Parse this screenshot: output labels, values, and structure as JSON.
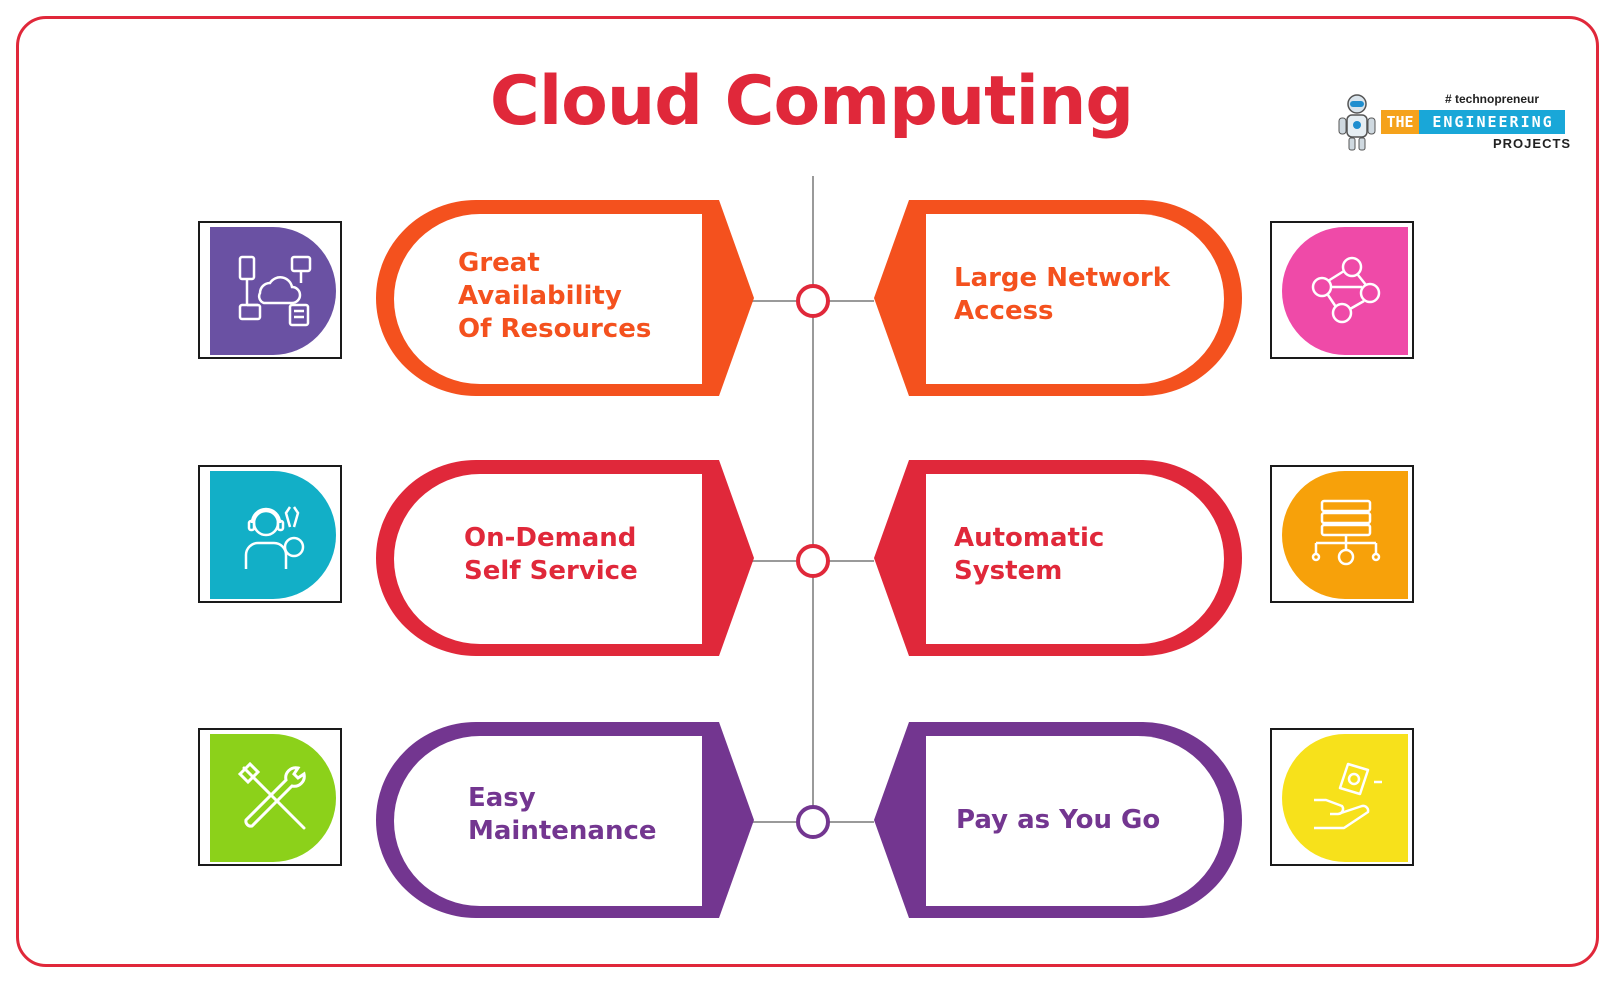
{
  "title": "Cloud Computing",
  "logo": {
    "tagline": "# technopreneur",
    "the": "THE",
    "engineering": "ENGINEERING",
    "projects": "PROJECTS"
  },
  "colors": {
    "frame": "#e0283a",
    "title": "#e0283a",
    "orange": "#f4511e",
    "red": "#e0283a",
    "purple": "#733690"
  },
  "features": [
    {
      "label": "Great\nAvailability\nOf Resources",
      "color": "orange",
      "icon": "cloud-network-icon",
      "icon_bg": "#6a51a3"
    },
    {
      "label": "Large Network\nAccess",
      "color": "orange",
      "icon": "people-network-icon",
      "icon_bg": "#ef4aa8"
    },
    {
      "label": "On-Demand\nSelf Service",
      "color": "red",
      "icon": "support-agent-gear-icon",
      "icon_bg": "#12afc7"
    },
    {
      "label": "Automatic\nSystem",
      "color": "red",
      "icon": "server-automation-icon",
      "icon_bg": "#f7a10a"
    },
    {
      "label": "Easy\nMaintenance",
      "color": "purple",
      "icon": "wrench-screwdriver-icon",
      "icon_bg": "#8cd11a"
    },
    {
      "label": "Pay as You Go",
      "color": "purple",
      "icon": "hand-payment-icon",
      "icon_bg": "#f7e11b"
    }
  ]
}
